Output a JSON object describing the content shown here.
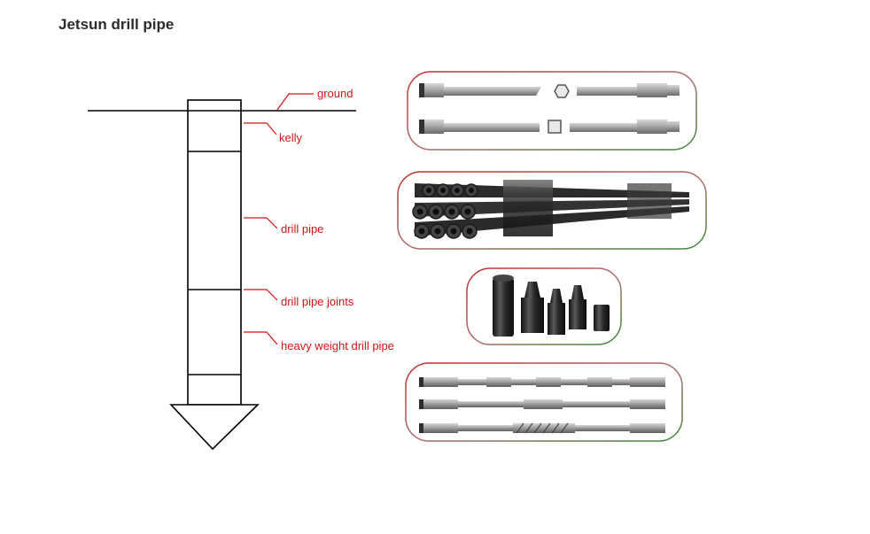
{
  "page": {
    "title": "Jetsun drill pipe"
  },
  "diagram": {
    "labels": {
      "ground": "ground",
      "kelly": "kelly",
      "drill_pipe": "drill pipe",
      "drill_pipe_joints": "drill pipe joints",
      "heavy_weight_drill_pipe": "heavy weight drill pipe"
    }
  },
  "colors": {
    "callout": "#d21414",
    "line": "#000000",
    "pipe_light": "#b8b8b8",
    "pipe_dark": "#3a3a3a",
    "panel_top_left": "#c42d2d",
    "panel_bottom_right": "#3c8a3c"
  },
  "photos": [
    {
      "id": "kelly-photo",
      "subject": "kelly bars with hexagonal and square cross-sections"
    },
    {
      "id": "drill-pipe-bundle-photo",
      "subject": "bundle of drill pipes"
    },
    {
      "id": "tool-joints-photo",
      "subject": "drill pipe tool joints"
    },
    {
      "id": "hwdp-photo",
      "subject": "heavy weight drill pipes"
    }
  ]
}
